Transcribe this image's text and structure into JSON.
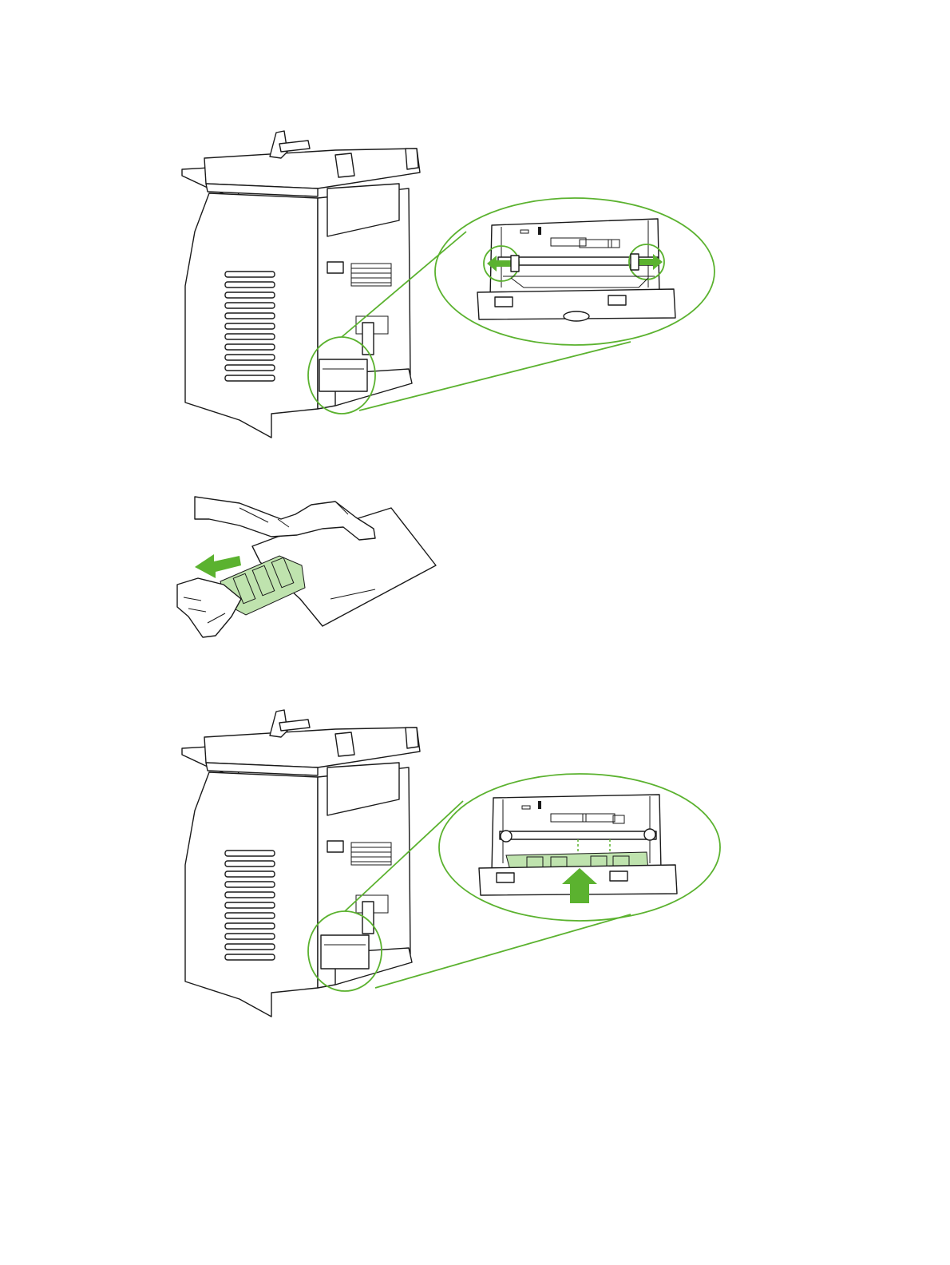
{
  "page": {
    "background": "#ffffff"
  },
  "colors": {
    "accent": "#5bb22f",
    "memory_module": "#bfe3ae",
    "line": "#1a1a1a"
  },
  "figures": [
    {
      "id": "fig1",
      "icon": "printer-rear-unlock-dimm-latches-illustration"
    },
    {
      "id": "fig2",
      "icon": "remove-dimm-from-antistatic-bag-illustration"
    },
    {
      "id": "fig3",
      "icon": "printer-rear-insert-dimm-illustration"
    }
  ]
}
